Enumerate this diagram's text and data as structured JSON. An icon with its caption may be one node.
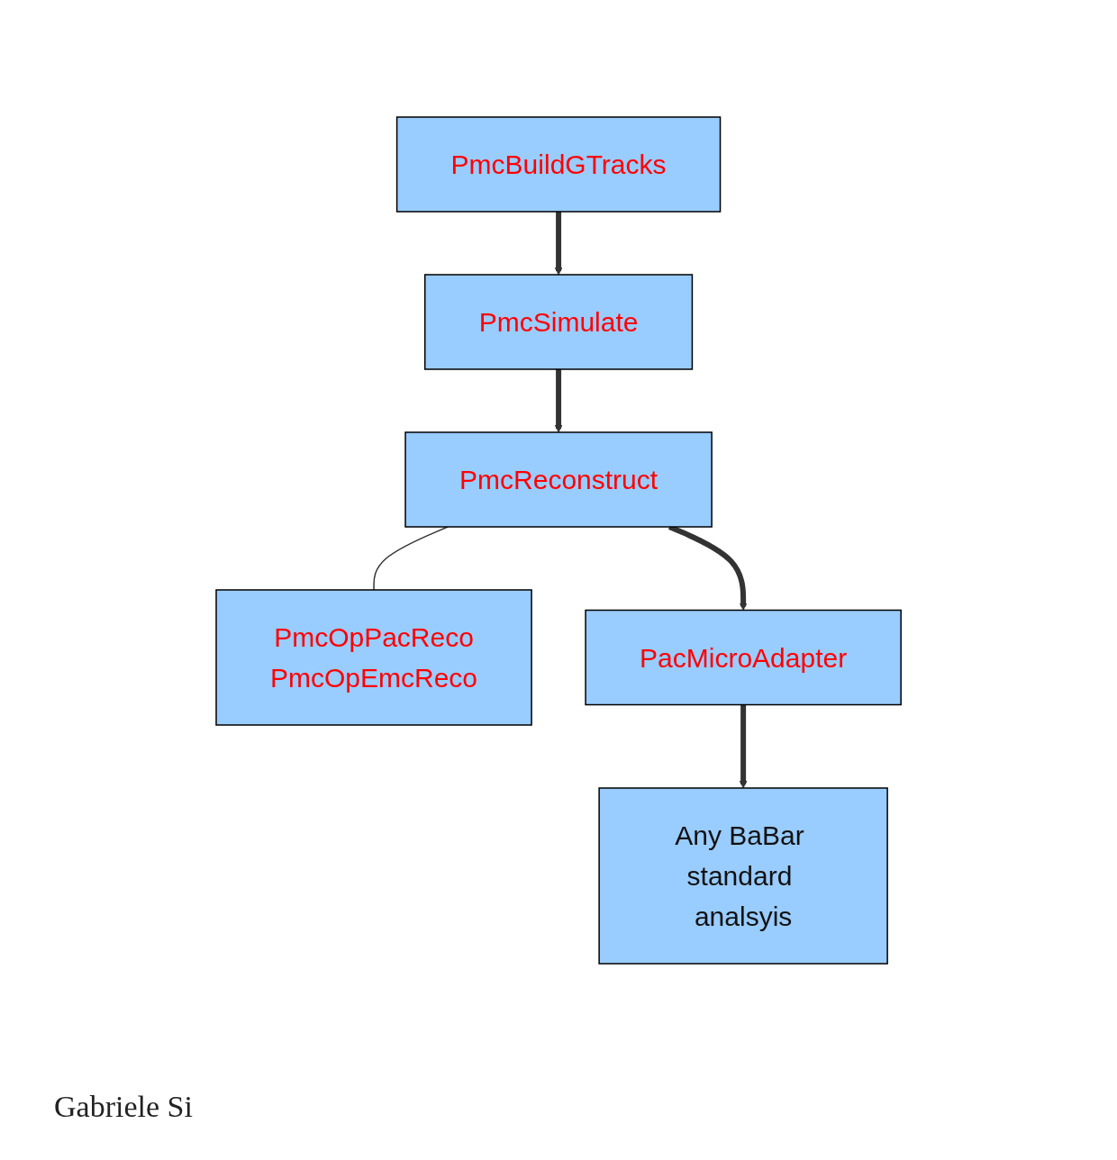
{
  "diagram": {
    "nodes": [
      {
        "text": [
          "PmcBuildGTracks"
        ]
      },
      {
        "text": [
          "PmcSimulate"
        ]
      },
      {
        "text": [
          "PmcReconstruct"
        ]
      },
      {
        "text": [
          "PmcOpPacReco",
          "PmcOpEmcReco"
        ]
      },
      {
        "text": [
          "PacMicroAdapter"
        ]
      },
      {
        "text": [
          "Any BaBar standard analsyis"
        ]
      }
    ],
    "edges": [
      {
        "from": 0,
        "to": 1,
        "arrow": "to"
      },
      {
        "from": 1,
        "to": 2,
        "arrow": "to"
      },
      {
        "from": 2,
        "to": 3,
        "arrow": "none"
      },
      {
        "from": 2,
        "to": 4,
        "arrow": "to"
      },
      {
        "from": 4,
        "to": 5,
        "arrow": "to"
      }
    ],
    "labels": [
      "Gabriele Si"
    ]
  }
}
